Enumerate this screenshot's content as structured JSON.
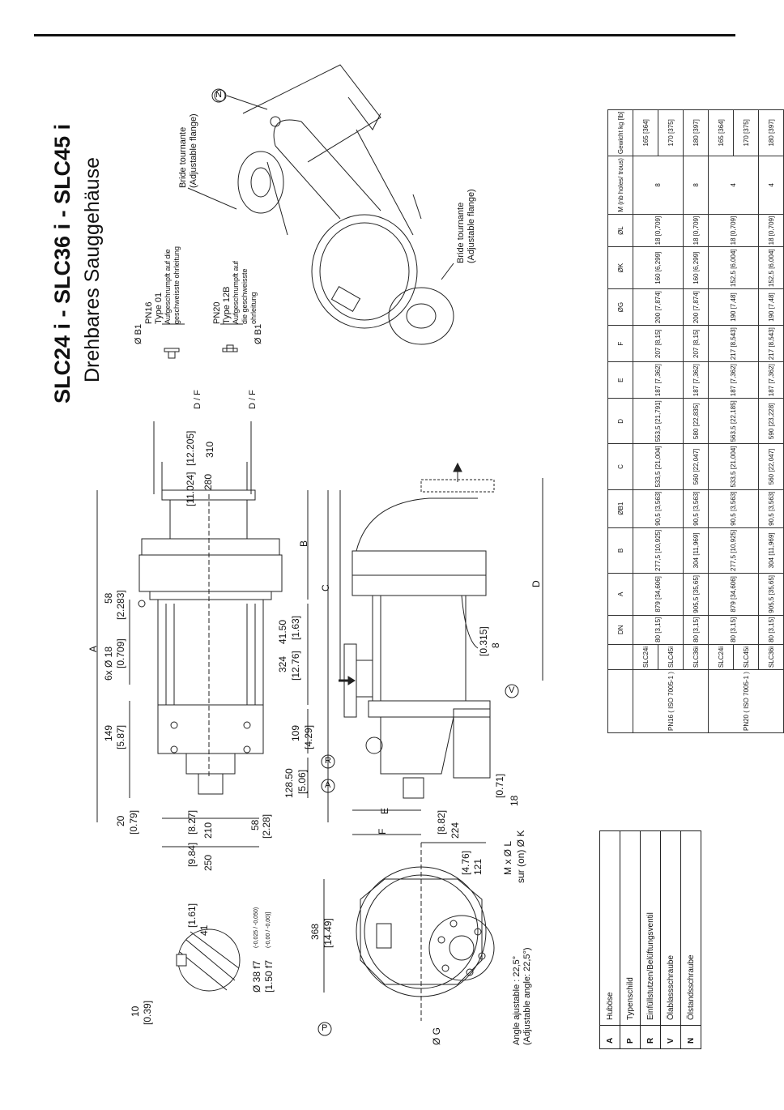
{
  "title": "SLC24 i - SLC36 i - SLC45 i",
  "subtitle": "Drehbares Sauggehäuse",
  "callouts": {
    "adjustable_flange_fr": "Bride tournante",
    "adjustable_flange_en": "(Adjustable flange)",
    "n_marker": "N",
    "pn16": "PN16",
    "type01": "Type 01",
    "type01_desc1": "Aufgeschrumpft auf die",
    "type01_desc2": "geschweisste ohrleitung",
    "pn20": "PN20",
    "type12b": "Type 12B",
    "type12b_desc1": "Aufgeschrumpft auf",
    "type12b_desc2": "die geschweisste",
    "type12b_desc3": "ohrleitung",
    "b1": "Ø B1",
    "df": "D / F",
    "angle_fr": "Angle ajustable : 22,5°",
    "angle_en": "(Adjustable angle: 22,5°)",
    "mxl": "M x Ø L",
    "sur_k": "sur (on) Ø K",
    "g": "Ø G",
    "shaft": "Ø 38 f7",
    "shaft_tol": "(-0,025 / -0,050)",
    "shaft_in": "[1.50 f7",
    "shaft_in_tol": "(-0,00 / -0,00)]",
    "p_marker": "P",
    "a_marker": "A",
    "r_marker": "R",
    "v_marker": "V"
  },
  "dims": {
    "d310": "310",
    "d310i": "[12.205]",
    "d280": "280",
    "d280i": "[11.024]",
    "dB": "B",
    "dC": "C",
    "dD": "D",
    "dA": "A",
    "dE": "E",
    "dF": "F",
    "d58": "58",
    "d58i": "[2.283]",
    "holes": "6x Ø 18",
    "holesi": "[0.709]",
    "d149": "149",
    "d149i": "[5.87]",
    "d20": "20",
    "d20i": "[0.79]",
    "d4150": "41.50",
    "d4150i": "[1.63]",
    "d324": "324",
    "d324i": "[12.76]",
    "d109": "109",
    "d109i": "[4.29]",
    "d12850": "128.50",
    "d12850i": "[5.06]",
    "d210": "210",
    "d210i": "[8.27]",
    "d250": "250",
    "d250i": "[9.84]",
    "d58b": "58",
    "d58bi": "[2.28]",
    "d8": "8",
    "d8i": "[0.315]",
    "d18": "18",
    "d18i": "[0.71]",
    "d224": "224",
    "d224i": "[8.82]",
    "d121": "121",
    "d121i": "[4.76]",
    "d368": "368",
    "d368i": "[14.49]",
    "d41": "41",
    "d41i": "[1.61]",
    "d10": "10",
    "d10i": "[0.39]"
  },
  "spec_table": {
    "headers": [
      "",
      "",
      "DN",
      "A",
      "B",
      "ØB1",
      "C",
      "D",
      "E",
      "F",
      "ØG",
      "ØK",
      "ØL",
      "M (nb holes/ trous)",
      "Gewicht kg [lb]"
    ],
    "groups": [
      "PN16 ( ISO 7005-1 )",
      "PN20 ( ISO 7005-1 )"
    ],
    "rows": [
      [
        "SLC24i",
        "80 [3,15]",
        "879 [34,606]",
        "277,5 [10,925]",
        "90,5 [3,563]",
        "533,5 [21,004]",
        "553,5 [21,791]",
        "187 [7,362]",
        "207 [8,15]",
        "200 [7,874]",
        "160 [6,299]",
        "18 [0,709]",
        "8",
        "165 [364]"
      ],
      [
        "SLC45i",
        "",
        "",
        "",
        "",
        "",
        "",
        "",
        "",
        "",
        "",
        "",
        "",
        "170 [375]"
      ],
      [
        "SLC36i",
        "80 [3,15]",
        "905,5 [35,65]",
        "304 [11,969]",
        "90,5 [3,563]",
        "560 [22,047]",
        "580 [22,835]",
        "187 [7,362]",
        "207 [8,15]",
        "200 [7,874]",
        "160 [6,299]",
        "18 [0,709]",
        "8",
        "180 [397]"
      ],
      [
        "SLC24i",
        "80 [3,15]",
        "879 [34,606]",
        "277,5 [10,925]",
        "90,5 [3,563]",
        "533,5 [21,004]",
        "563,5 [22,185]",
        "187 [7,362]",
        "217 [8,543]",
        "190 [7,48]",
        "152,5 [6,004]",
        "18 [0,709]",
        "4",
        "165 [364]"
      ],
      [
        "SLC45i",
        "",
        "",
        "",
        "",
        "",
        "",
        "",
        "",
        "",
        "",
        "",
        "",
        "170 [375]"
      ],
      [
        "SLC36i",
        "80 [3,15]",
        "905,5 [35,65]",
        "304 [11,969]",
        "90,5 [3,563]",
        "560 [22,047]",
        "590 [23,228]",
        "187 [7,362]",
        "217 [8,543]",
        "190 [7,48]",
        "152,5 [6,004]",
        "18 [0,709]",
        "4",
        "180 [397]"
      ]
    ]
  },
  "legend": [
    {
      "key": "A",
      "text": "Huböse"
    },
    {
      "key": "P",
      "text": "Typenschild"
    },
    {
      "key": "R",
      "text": "Einfüllstutzen/Belüftungsventil"
    },
    {
      "key": "V",
      "text": "Ölablassschraube"
    },
    {
      "key": "N",
      "text": "Ölstandsschraube"
    }
  ]
}
